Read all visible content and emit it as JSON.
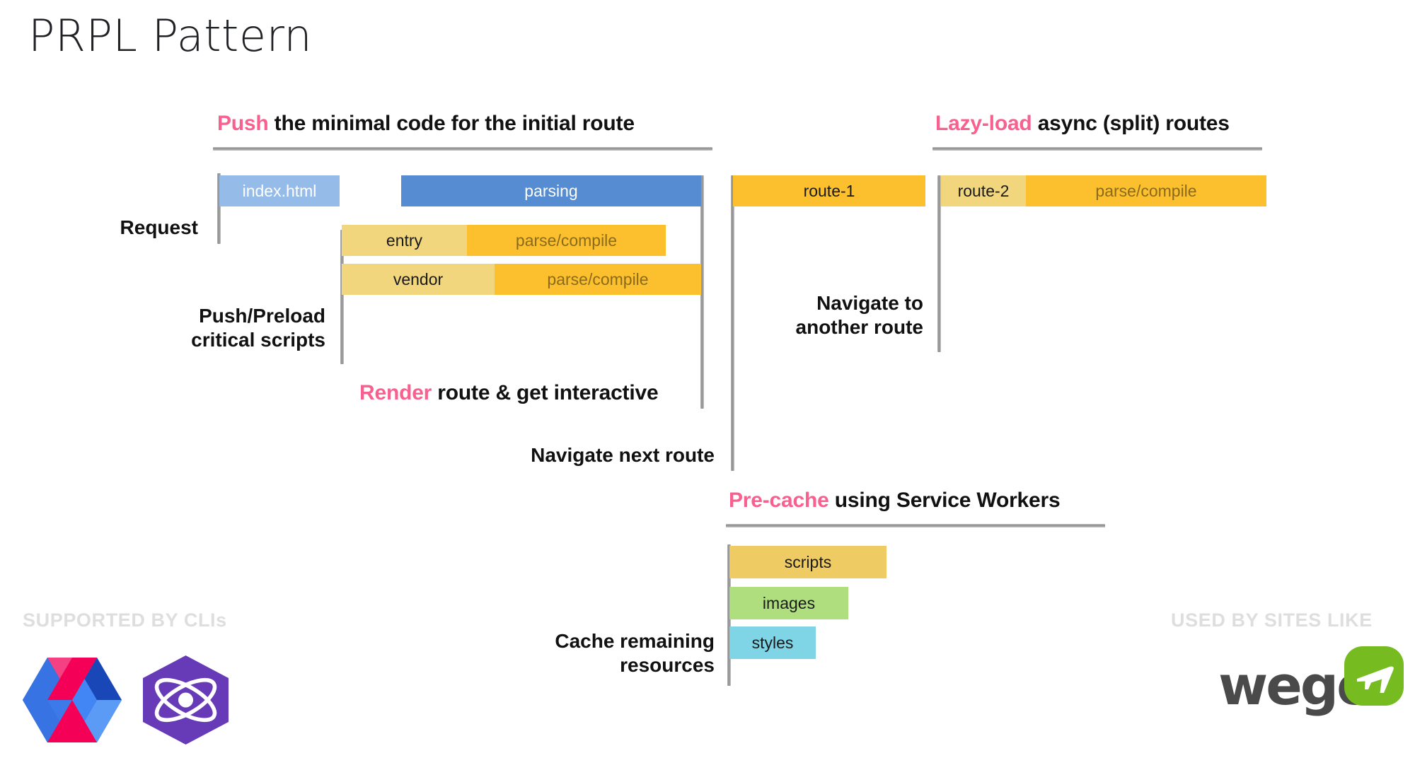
{
  "title": "PRPL Pattern",
  "sections": [
    {
      "id": "push",
      "keyword": "Push",
      "rest": " the minimal code for the initial route"
    },
    {
      "id": "lazy",
      "keyword": "Lazy-load",
      "rest": " async (split) routes"
    },
    {
      "id": "precache",
      "keyword": "Pre-cache",
      "rest": " using Service Workers"
    }
  ],
  "inline_headings": [
    {
      "id": "render",
      "keyword": "Render",
      "rest": " route & get interactive"
    }
  ],
  "row_labels": {
    "request": "Request",
    "push_preload": "Push/Preload\ncritical scripts",
    "navigate_next": "Navigate next route",
    "navigate_another": "Navigate to\nanother route",
    "cache_remaining": "Cache remaining\nresources"
  },
  "chart_data": {
    "type": "bar",
    "title": "PRPL Pattern load timeline",
    "orientation": "horizontal",
    "grid": false,
    "legend": false,
    "groups": [
      {
        "name": "Push the minimal code for the initial route",
        "bars": [
          {
            "row": 1,
            "segments": [
              {
                "label": "index.html",
                "color": "#95BCE8",
                "text_color": "#ffffff"
              },
              {
                "label": "parsing",
                "color": "#558CD2",
                "text_color": "#ffffff"
              }
            ]
          },
          {
            "row": 2,
            "segments": [
              {
                "label": "entry",
                "color": "#F2D67E",
                "text_color": "#1a1a1a"
              },
              {
                "label": "parse/compile",
                "color": "#FCC02E",
                "text_color": "#8a6a1d"
              }
            ]
          },
          {
            "row": 3,
            "segments": [
              {
                "label": "vendor",
                "color": "#F2D67E",
                "text_color": "#1a1a1a"
              },
              {
                "label": "parse/compile",
                "color": "#FCC02E",
                "text_color": "#8a6a1d"
              }
            ]
          }
        ]
      },
      {
        "name": "Lazy-load async (split) routes",
        "bars": [
          {
            "row": 1,
            "segments": [
              {
                "label": "route-1",
                "color": "#FCC02E",
                "text_color": "#1a1a1a"
              }
            ]
          },
          {
            "row": 1,
            "segments": [
              {
                "label": "route-2",
                "color": "#F2D67E",
                "text_color": "#1a1a1a"
              },
              {
                "label": "parse/compile",
                "color": "#FCC02E",
                "text_color": "#8a6a1d"
              }
            ]
          }
        ]
      },
      {
        "name": "Pre-cache using Service Workers",
        "bars": [
          {
            "row": 1,
            "segments": [
              {
                "label": "scripts",
                "color": "#EFCB64",
                "text_color": "#1a1a1a"
              }
            ]
          },
          {
            "row": 2,
            "segments": [
              {
                "label": "images",
                "color": "#AEDE7E",
                "text_color": "#1a1a1a"
              }
            ]
          },
          {
            "row": 3,
            "segments": [
              {
                "label": "styles",
                "color": "#7FD5E6",
                "text_color": "#1a1a1a"
              }
            ]
          }
        ]
      }
    ]
  },
  "bars": {
    "index_html": "index.html",
    "parsing": "parsing",
    "entry": "entry",
    "entry_parse": "parse/compile",
    "vendor": "vendor",
    "vendor_parse": "parse/compile",
    "route1": "route-1",
    "route2": "route-2",
    "route2_parse": "parse/compile",
    "scripts": "scripts",
    "images": "images",
    "styles": "styles"
  },
  "footer": {
    "left_caption": "SUPPORTED BY CLIs",
    "right_caption": "USED BY SITES LIKE",
    "logos": [
      {
        "name": "polymer-logo",
        "alt": "Polymer"
      },
      {
        "name": "preact-logo",
        "alt": "Preact"
      },
      {
        "name": "wego-logo",
        "alt": "wego",
        "wordmark": "wego"
      }
    ]
  },
  "colors": {
    "accent_pink": "#F8608F",
    "blue_light": "#95BCE8",
    "blue_dark": "#558CD2",
    "yellow_light": "#F2D67E",
    "orange": "#FCC02E",
    "green": "#AEDE7E",
    "cyan": "#7FD5E6",
    "rule_gray": "#9a9a9a",
    "footer_gray": "#DEDEDE"
  }
}
